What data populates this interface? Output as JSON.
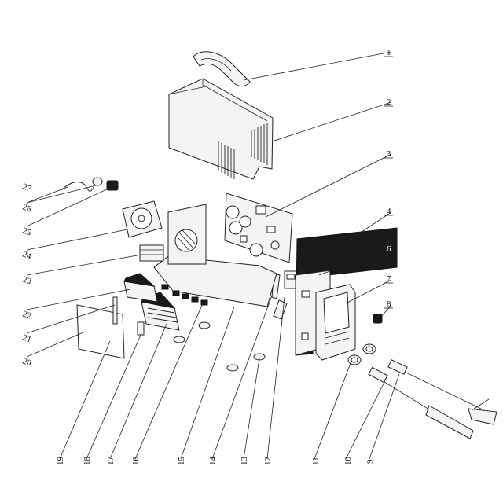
{
  "callouts": [
    {
      "num": "1"
    },
    {
      "num": "2"
    },
    {
      "num": "3"
    },
    {
      "num": "4"
    },
    {
      "num": "6"
    },
    {
      "num": "7"
    },
    {
      "num": "8"
    },
    {
      "num": "9"
    },
    {
      "num": "10"
    },
    {
      "num": "11"
    },
    {
      "num": "12"
    },
    {
      "num": "13"
    },
    {
      "num": "14"
    },
    {
      "num": "15"
    },
    {
      "num": "16"
    },
    {
      "num": "17"
    },
    {
      "num": "18"
    },
    {
      "num": "19"
    },
    {
      "num": "20"
    },
    {
      "num": "21"
    },
    {
      "num": "22"
    },
    {
      "num": "23"
    },
    {
      "num": "24"
    },
    {
      "num": "25"
    },
    {
      "num": "26"
    },
    {
      "num": "27"
    }
  ]
}
